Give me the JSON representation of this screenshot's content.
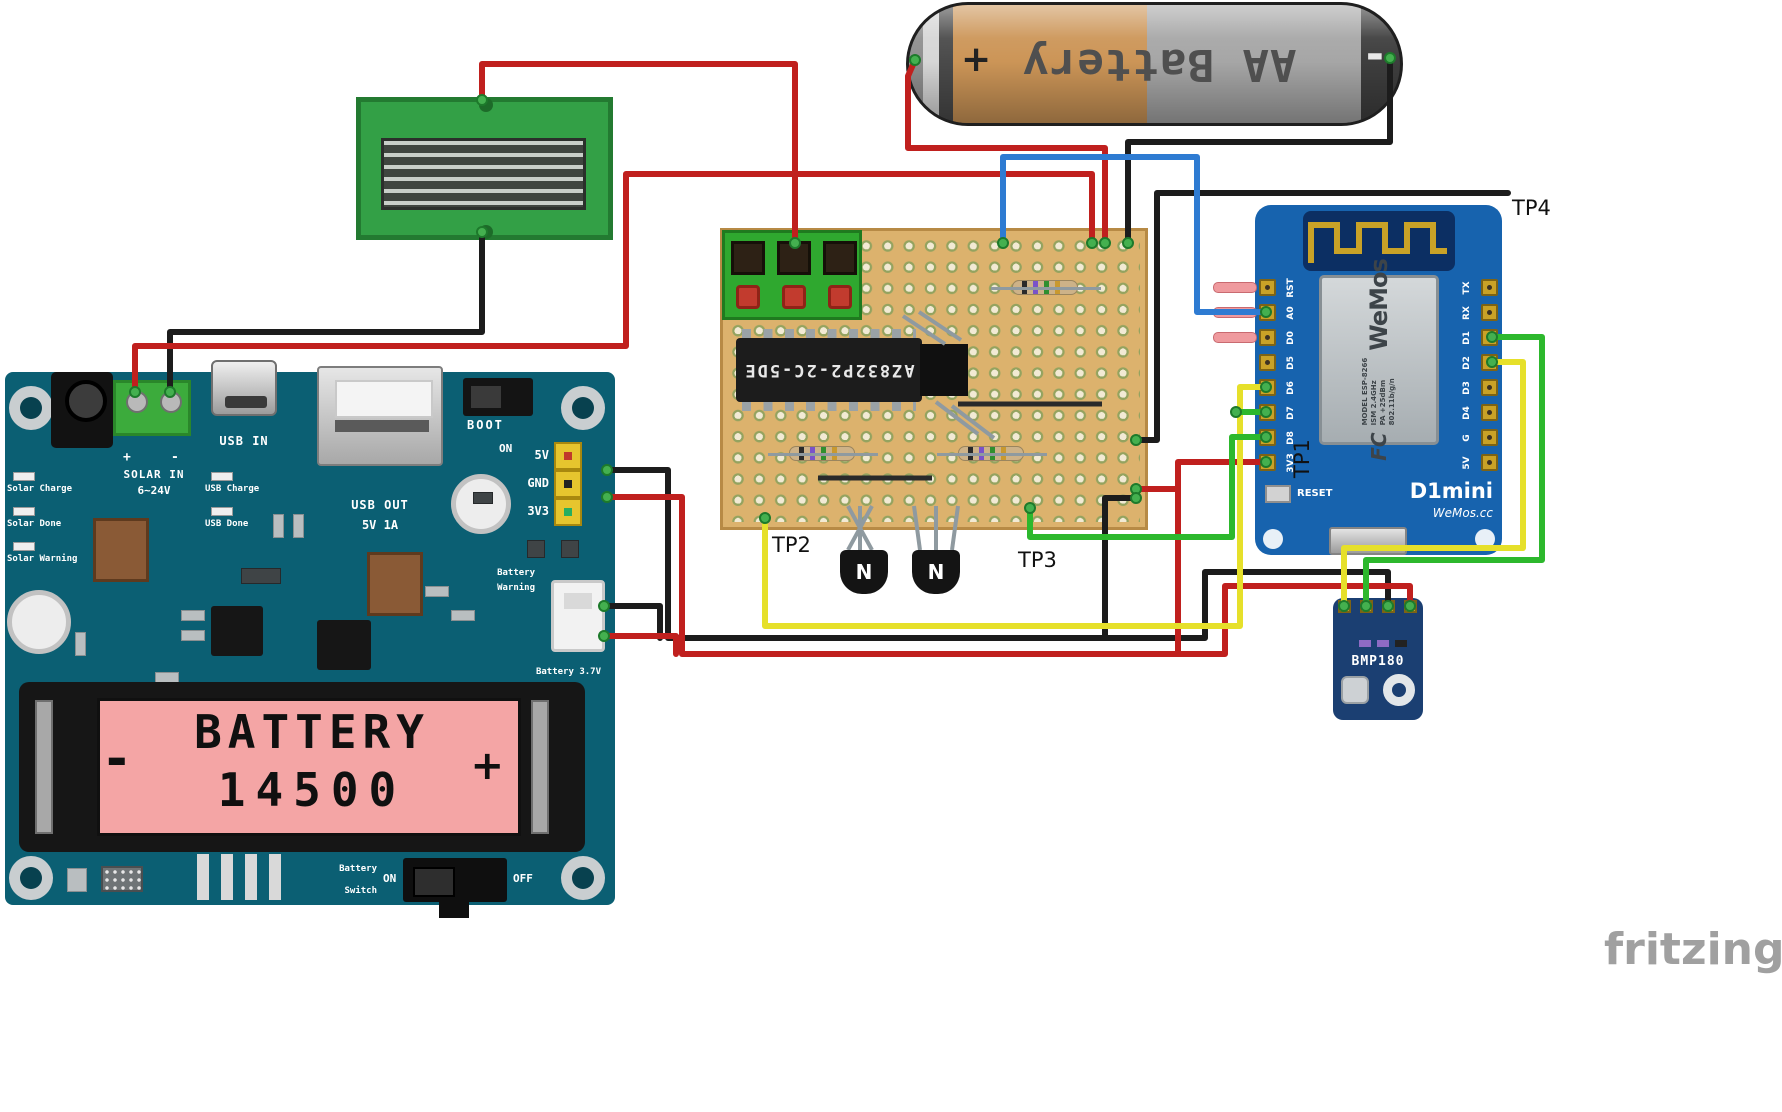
{
  "watermark": "fritzing",
  "colors": {
    "board_teal": "#0b5f73",
    "board_blue": "#1763ae",
    "wire_red": "#c0201e",
    "wire_black": "#1c1c1c",
    "wire_yellow": "#e6e02a",
    "wire_green": "#2db82d",
    "wire_blue": "#2e7bd2"
  },
  "battery": {
    "label": "AA Battery",
    "plus": "+",
    "minus": "-"
  },
  "controller": {
    "solar_plus": "+",
    "solar_minus": "-",
    "solar_in_line1": "SOLAR IN",
    "solar_in_line2": "6~24V",
    "usb_in": "USB IN",
    "usb_charge": "USB Charge",
    "usb_done": "USB Done",
    "usb_out_line1": "USB OUT",
    "usb_out_line2": "5V 1A",
    "boot": "BOOT",
    "boot_on": "ON",
    "header_5v": "5V",
    "header_gnd": "GND",
    "header_3v3": "3V3",
    "led_labels": [
      "Solar Charge",
      "Solar Done",
      "Solar Warning"
    ],
    "battery_warning_line1": "Battery",
    "battery_warning_line2": "Warning",
    "battery_port": "Battery 3.7V",
    "battery_cell_line1": "BATTERY",
    "battery_cell_line2": "14500",
    "battery_cell_minus": "-",
    "battery_cell_plus": "+",
    "switch_line1": "Battery",
    "switch_line2": "Switch",
    "switch_on": "ON",
    "switch_off": "OFF"
  },
  "breadboard": {
    "ic_label": "AZ832P2-2C-5DE",
    "transistor_label": "N"
  },
  "testpoints": {
    "tp1": "TP1",
    "tp2": "TP2",
    "tp3": "TP3",
    "tp4": "TP4"
  },
  "d1mini": {
    "left_pins": [
      "RST",
      "A0",
      "D0",
      "D5",
      "D6",
      "D7",
      "D8",
      "3V3"
    ],
    "right_pins": [
      "TX",
      "RX",
      "D1",
      "D2",
      "D3",
      "D4",
      "G",
      "5V"
    ],
    "reset": "RESET",
    "name": "D1mini",
    "site": "WeMos.cc",
    "brand": "WeMos",
    "fcc": "FC",
    "model_lines": [
      "MODEL ESP-8266",
      "ISM 2.4GHz",
      "PA +25dBm",
      "802.11b/g/n"
    ]
  },
  "bmp180": {
    "label": "BMP180"
  }
}
